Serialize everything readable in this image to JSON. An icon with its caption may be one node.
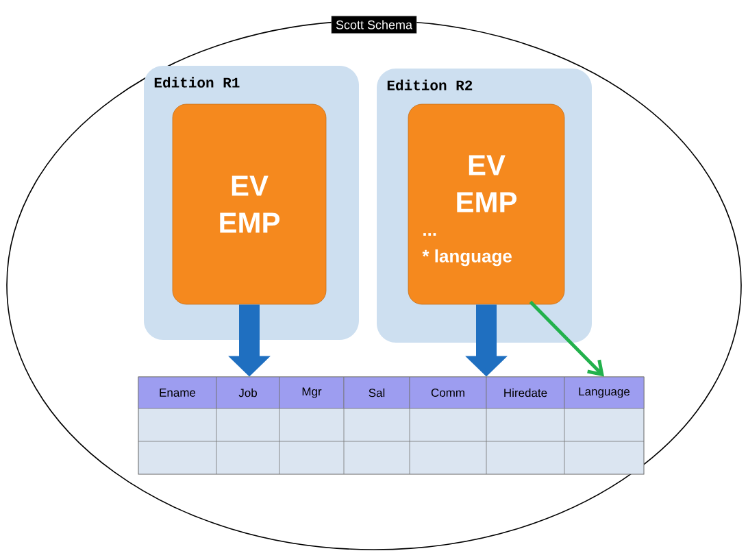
{
  "diagram": {
    "title": "Scott Schema",
    "nodes": [
      {
        "text": [],
        "shape": "ellipse"
      },
      {
        "text": [
          "Edition R1"
        ],
        "in": 0
      },
      {
        "text": [
          "EV EMP"
        ],
        "in": 1
      },
      {
        "text": [
          "Edition R2"
        ],
        "in": 0
      },
      {
        "text": [
          "EV EMP",
          "...",
          "* language"
        ],
        "in": 3
      },
      {
        "text": [],
        "shape": "box",
        "in": 0
      },
      {
        "text": [
          "Ename"
        ],
        "in": 5
      },
      {
        "text": [
          "Job"
        ],
        "in": 5
      },
      {
        "text": [
          "Mgr"
        ],
        "in": 5
      },
      {
        "text": [
          "Sal"
        ],
        "in": 5
      },
      {
        "text": [
          "Comm"
        ],
        "in": 5
      },
      {
        "text": [
          "Hiredate"
        ],
        "in": 5
      },
      {
        "text": [
          "Language"
        ],
        "in": 5
      }
    ],
    "edges": [
      {
        "from": 2,
        "to": 5,
        "arrow": "to"
      },
      {
        "from": 4,
        "to": 5,
        "arrow": "to"
      },
      {
        "from": 4,
        "to": 12,
        "arrow": "to",
        "color": "#22b14c"
      }
    ]
  }
}
